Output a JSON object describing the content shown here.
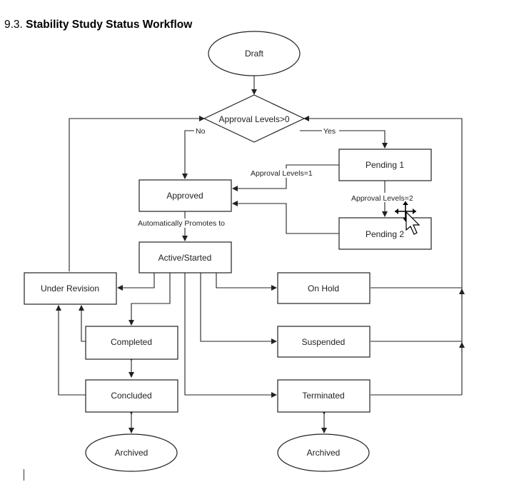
{
  "section": {
    "number": "9.3.",
    "title": "Stability Study Status Workflow"
  },
  "nodes": {
    "draft": "Draft",
    "approval_check": "Approval Levels>0",
    "pending1": "Pending 1",
    "pending2": "Pending 2",
    "approved": "Approved",
    "active_started": "Active/Started",
    "under_revision": "Under Revision",
    "on_hold": "On Hold",
    "completed": "Completed",
    "suspended": "Suspended",
    "concluded": "Concluded",
    "terminated": "Terminated",
    "archived_left": "Archived",
    "archived_right": "Archived"
  },
  "edge_labels": {
    "no": "No",
    "yes": "Yes",
    "approval_levels_1": "Approval Levels=1",
    "approval_levels_2": "Approval Levels=2",
    "auto_promotes": "Automatically Promotes to"
  }
}
